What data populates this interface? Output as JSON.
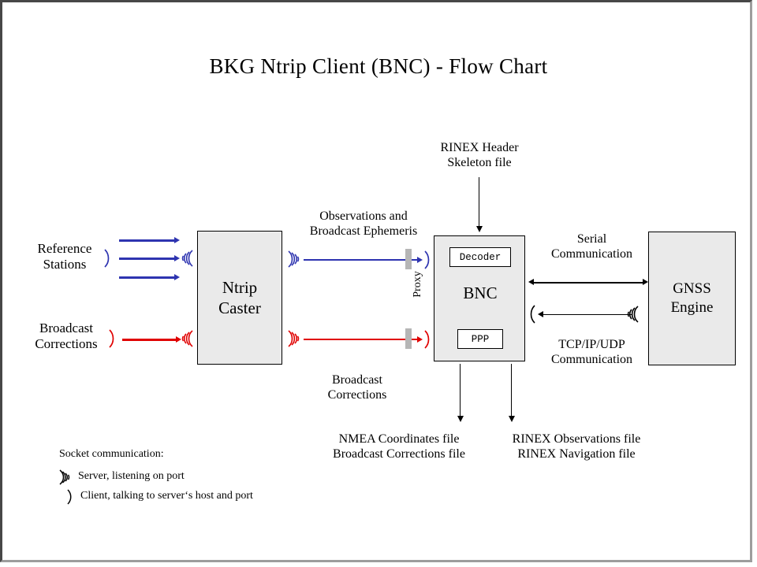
{
  "page": {
    "title": "BKG Ntrip Client (BNC)  -  Flow Chart",
    "frame_color": "#474747",
    "background": "#ffffff"
  },
  "colors": {
    "blue": "#2e34b0",
    "red": "#e00000",
    "black": "#000000",
    "box_fill": "#eaeaea",
    "proxy_bar": "#b6b6b6"
  },
  "nodes": {
    "reference_stations": {
      "label_line1": "Reference",
      "label_line2": "Stations"
    },
    "broadcast_corrections_src": {
      "label_line1": "Broadcast",
      "label_line2": "Corrections"
    },
    "ntrip_caster": {
      "label_line1": "Ntrip",
      "label_line2": "Caster"
    },
    "bnc": {
      "label": "BNC",
      "decoder": "Decoder",
      "ppp": "PPP"
    },
    "gnss_engine": {
      "label_line1": "GNSS",
      "label_line2": "Engine"
    }
  },
  "edges": {
    "obs_eph": {
      "line1": "Observations and",
      "line2": "Broadcast Ephemeris"
    },
    "broadcast_corrections": {
      "line1": "Broadcast",
      "line2": "Corrections"
    },
    "rinex_header": {
      "line1": "RINEX Header",
      "line2": "Skeleton file"
    },
    "serial": {
      "line1": "Serial",
      "line2": "Communication"
    },
    "tcpip": {
      "line1": "TCP/IP/UDP",
      "line2": "Communication"
    },
    "proxy": {
      "label": "Proxy"
    }
  },
  "outputs": {
    "left": {
      "line1": "NMEA Coordinates file",
      "line2": "Broadcast Corrections file"
    },
    "right": {
      "line1": "RINEX Observations file",
      "line2": "RINEX Navigation file"
    }
  },
  "legend": {
    "title": "Socket communication:",
    "server": {
      "icon": "socket-server-wave-icon",
      "text": "Server, listening  on port"
    },
    "client": {
      "icon": "socket-client-paren-icon",
      "text": "Client, talking to server‘s host and port"
    }
  }
}
